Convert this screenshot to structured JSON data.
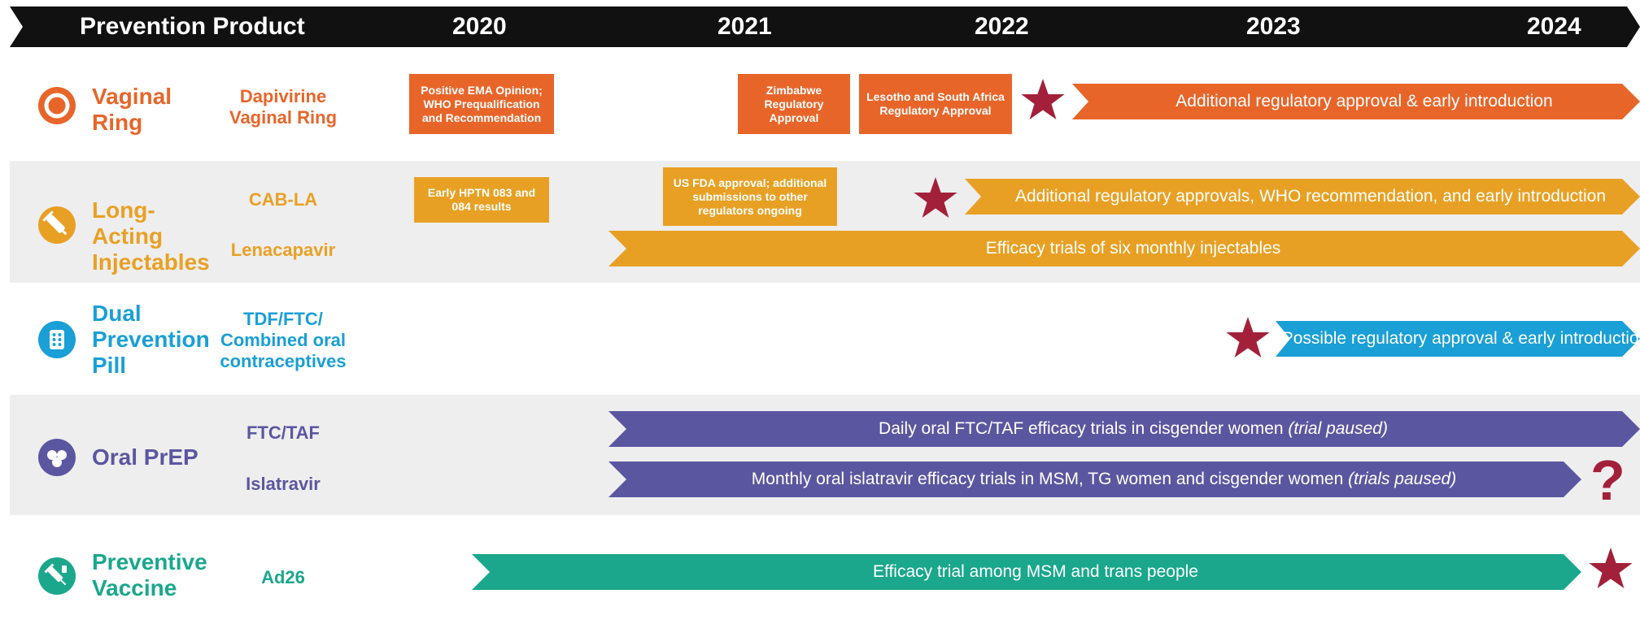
{
  "header": {
    "product_label": "Prevention Product",
    "years": [
      "2020",
      "2021",
      "2022",
      "2023",
      "2024"
    ]
  },
  "colors": {
    "header_bg": "#111111",
    "vaginal_ring": "#e8652a",
    "injectables": "#e8a024",
    "dual_pill": "#1a9fd6",
    "oral_prep": "#5b56a0",
    "vaccine": "#1aa78c",
    "star": "#a3203a",
    "band_gray": "#eeeeef"
  },
  "rows": {
    "vaginal_ring": {
      "category": "Vaginal Ring",
      "icon": "ring-icon",
      "product": "Dapivirine Vaginal Ring",
      "box1": "Positive EMA Opinion; WHO Prequalification and Recommendation",
      "box2": "Zimbabwe Regulatory Approval",
      "box3": "Lesotho and South Africa Regulatory Approval",
      "arrow": "Additional regulatory approval & early introduction"
    },
    "injectables": {
      "category": "Long-Acting Injectables",
      "icon": "syringe-icon",
      "product1": "CAB-LA",
      "product2": "Lenacapavir",
      "box1": "Early HPTN 083 and 084 results",
      "box2": "US FDA approval; additional submissions to other regulators ongoing",
      "arrow1": "Additional regulatory approvals, WHO recommendation, and early introduction",
      "arrow2": "Efficacy trials of six monthly injectables"
    },
    "dual_pill": {
      "category": "Dual Prevention Pill",
      "icon": "pill-pack-icon",
      "product": "TDF/FTC/ Combined oral contraceptives",
      "arrow": "Possible regulatory approval & early introduction"
    },
    "oral_prep": {
      "category": "Oral PrEP",
      "icon": "pills-icon",
      "product1": "FTC/TAF",
      "product2": "Islatravir",
      "arrow1_main": "Daily oral FTC/TAF efficacy trials in cisgender women ",
      "arrow1_note": "(trial paused)",
      "arrow2_main": "Monthly oral islatravir efficacy trials in MSM, TG women and cisgender women ",
      "arrow2_note": "(trials paused)",
      "uncertain_mark": "?"
    },
    "vaccine": {
      "category": "Preventive Vaccine",
      "icon": "vaccine-icon",
      "product": "Ad26",
      "arrow": "Efficacy trial among MSM and trans people"
    }
  }
}
